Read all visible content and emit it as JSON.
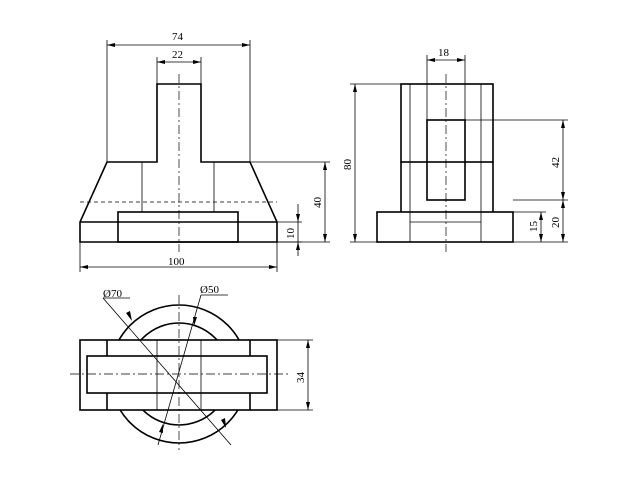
{
  "dims": {
    "front_total_width": "74",
    "front_stem_width": "22",
    "front_base_width": "100",
    "front_base_height": "10",
    "front_trapezoid_height": "40",
    "side_total_height": "80",
    "side_slot_width": "18",
    "side_upper_height": "42",
    "side_lower_height": "20",
    "side_foot_height": "15",
    "top_outer_dia": "Ø70",
    "top_inner_dia": "Ø50",
    "top_bar_width": "34"
  }
}
